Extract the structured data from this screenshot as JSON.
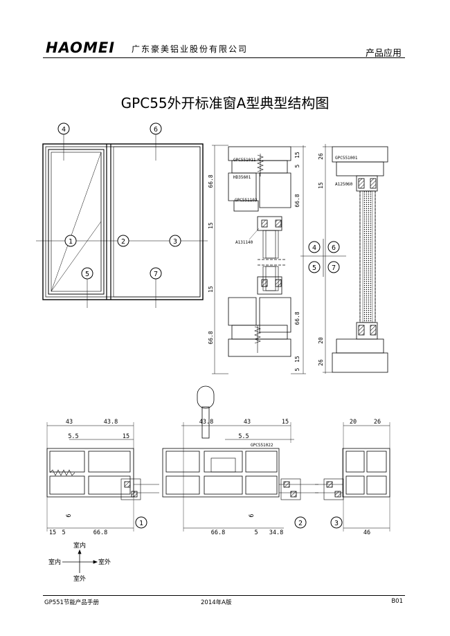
{
  "header": {
    "logo": "HAOMEI",
    "company": "广东豪美铝业股份有限公司",
    "section": "产品应用"
  },
  "title": "GPC55外开标准窗A型典型结构图",
  "elevation": {
    "markers": [
      "1",
      "2",
      "3",
      "4",
      "5",
      "6",
      "7"
    ]
  },
  "grid_legend": [
    "4",
    "6",
    "5",
    "7"
  ],
  "vertical_section_left": {
    "dims": [
      "15",
      "5",
      "66.8",
      "66.8",
      "15",
      "15",
      "66.8",
      "66.8",
      "15",
      "5"
    ],
    "parts": [
      "GPC551011",
      "HD35601",
      "GPC551103",
      "A131140"
    ]
  },
  "vertical_section_right": {
    "dims": [
      "26",
      "15",
      "20",
      "26"
    ],
    "parts": [
      "GPC551001",
      "A125060"
    ]
  },
  "horizontal_sections": {
    "s1": {
      "marker": "1",
      "top_dims": [
        "43",
        "43.8",
        "5.5",
        "15"
      ],
      "bottom_dims": [
        "15",
        "5",
        "66.8",
        "6"
      ]
    },
    "s2": {
      "marker": "2",
      "top_dims": [
        "43.8",
        "43",
        "15",
        "5.5"
      ],
      "part": "GPC551022",
      "bottom_dims": [
        "66.8",
        "5",
        "34.8",
        "6"
      ]
    },
    "s3": {
      "marker": "3",
      "top_dims": [
        "20",
        "26"
      ],
      "bottom_dims": [
        "46"
      ]
    }
  },
  "orientation": {
    "top": "室内",
    "left": "室内",
    "right": "室外",
    "bottom": "室外"
  },
  "footer": {
    "left": "GP551节能产品手册",
    "center": "2014年A版",
    "right": "B01"
  }
}
